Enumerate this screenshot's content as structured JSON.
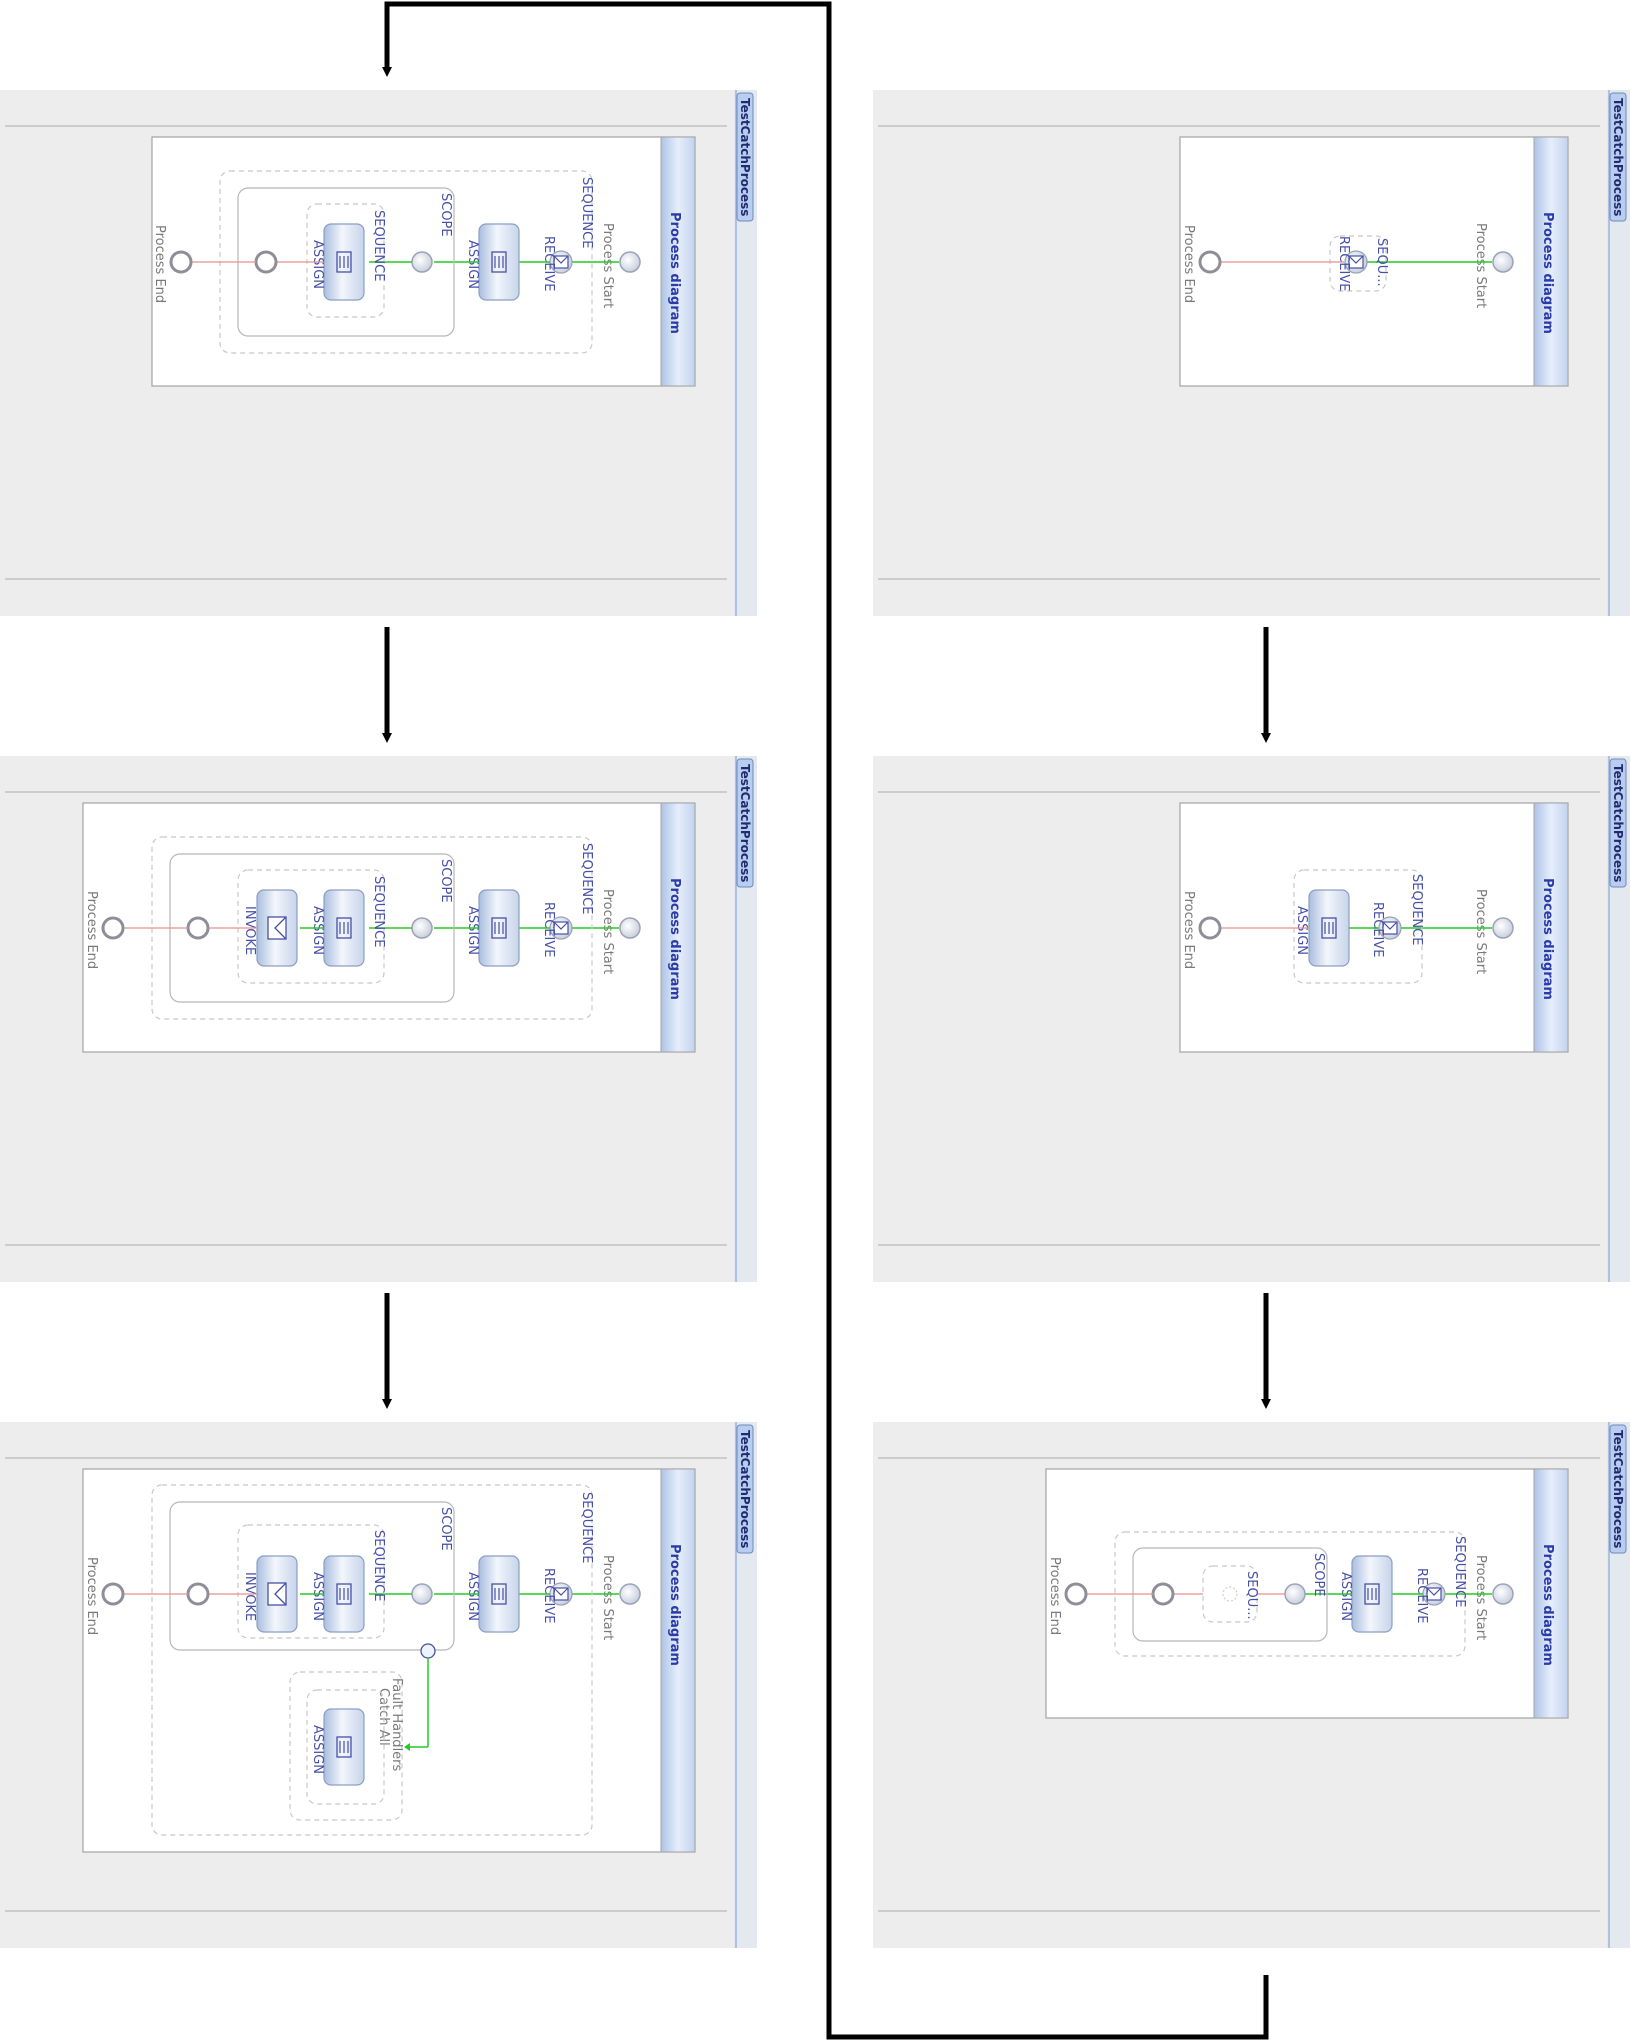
{
  "tab_title": "TestCatchProcess",
  "diagram_header": "Process diagram",
  "labels": {
    "process_start": "Process Start",
    "process_end": "Process End",
    "sequence": "SEQUENCE",
    "sequence_short": "SEQU...",
    "scope": "SCOPE",
    "receive": "RECEIVE",
    "assign": "ASSIGN",
    "invoke": "INVOKE",
    "fault_handlers": "Fault Handlers",
    "catch_all": "Catch All"
  },
  "colors": {
    "panel_bg": "#ededed",
    "flow_green": "#22cc22",
    "flow_red": "#e89090",
    "activity_blue": "#4750a8",
    "tab_blue": "#b9cdf0",
    "arrow": "#000000"
  },
  "steps": [
    {
      "name": "step-1",
      "contents": [
        "Process Start",
        "SEQU...",
        "RECEIVE",
        "Process End"
      ]
    },
    {
      "name": "step-2",
      "contents": [
        "Process Start",
        "SEQUENCE",
        "RECEIVE",
        "ASSIGN",
        "Process End"
      ]
    },
    {
      "name": "step-3",
      "contents": [
        "Process Start",
        "SEQUENCE",
        "RECEIVE",
        "ASSIGN",
        "SCOPE",
        "SEQU...",
        "Process End"
      ]
    },
    {
      "name": "step-4",
      "contents": [
        "Process Start",
        "SEQUENCE",
        "RECEIVE",
        "ASSIGN",
        "SCOPE",
        "SEQUENCE",
        "ASSIGN",
        "Process End"
      ]
    },
    {
      "name": "step-5",
      "contents": [
        "Process Start",
        "SEQUENCE",
        "RECEIVE",
        "ASSIGN",
        "SCOPE",
        "SEQUENCE",
        "ASSIGN",
        "INVOKE",
        "Process End"
      ]
    },
    {
      "name": "step-6",
      "contents": [
        "Process Start",
        "SEQUENCE",
        "RECEIVE",
        "ASSIGN",
        "SCOPE",
        "SEQUENCE",
        "ASSIGN",
        "INVOKE",
        "Fault Handlers",
        "Catch All",
        "ASSIGN",
        "Process End"
      ]
    }
  ]
}
